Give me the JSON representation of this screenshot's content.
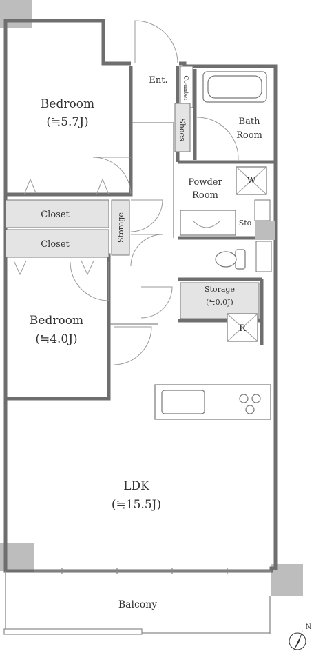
{
  "plan": {
    "rooms": {
      "bedroom1": {
        "name": "Bedroom",
        "size": "(≒5.7J)"
      },
      "bedroom2": {
        "name": "Bedroom",
        "size": "(≒4.0J)"
      },
      "ldk": {
        "name": "LDK",
        "size": "(≒15.5J)"
      },
      "balcony": {
        "name": "Balcony"
      },
      "bath": {
        "line1": "Bath",
        "line2": "Room"
      },
      "powder": {
        "line1": "Powder",
        "line2": "Room"
      },
      "entrance": {
        "name": "Ent."
      },
      "closet1": {
        "name": "Closet"
      },
      "closet2": {
        "name": "Closet"
      },
      "storage_v": {
        "name": "Storage"
      },
      "storage2": {
        "name": "Storage",
        "size": "(≒0.0J)"
      },
      "shoes": {
        "name": "Shoes"
      },
      "counter": {
        "name": "Counter"
      },
      "washer": {
        "name": "W"
      },
      "sto": {
        "name": "Sto"
      },
      "fridge": {
        "name": "R"
      }
    },
    "compass": {
      "label": "N"
    },
    "colors": {
      "wall": "#6e6e6e",
      "storage_fill": "#e4e4e4",
      "column_fill": "#bdbdbd"
    }
  }
}
